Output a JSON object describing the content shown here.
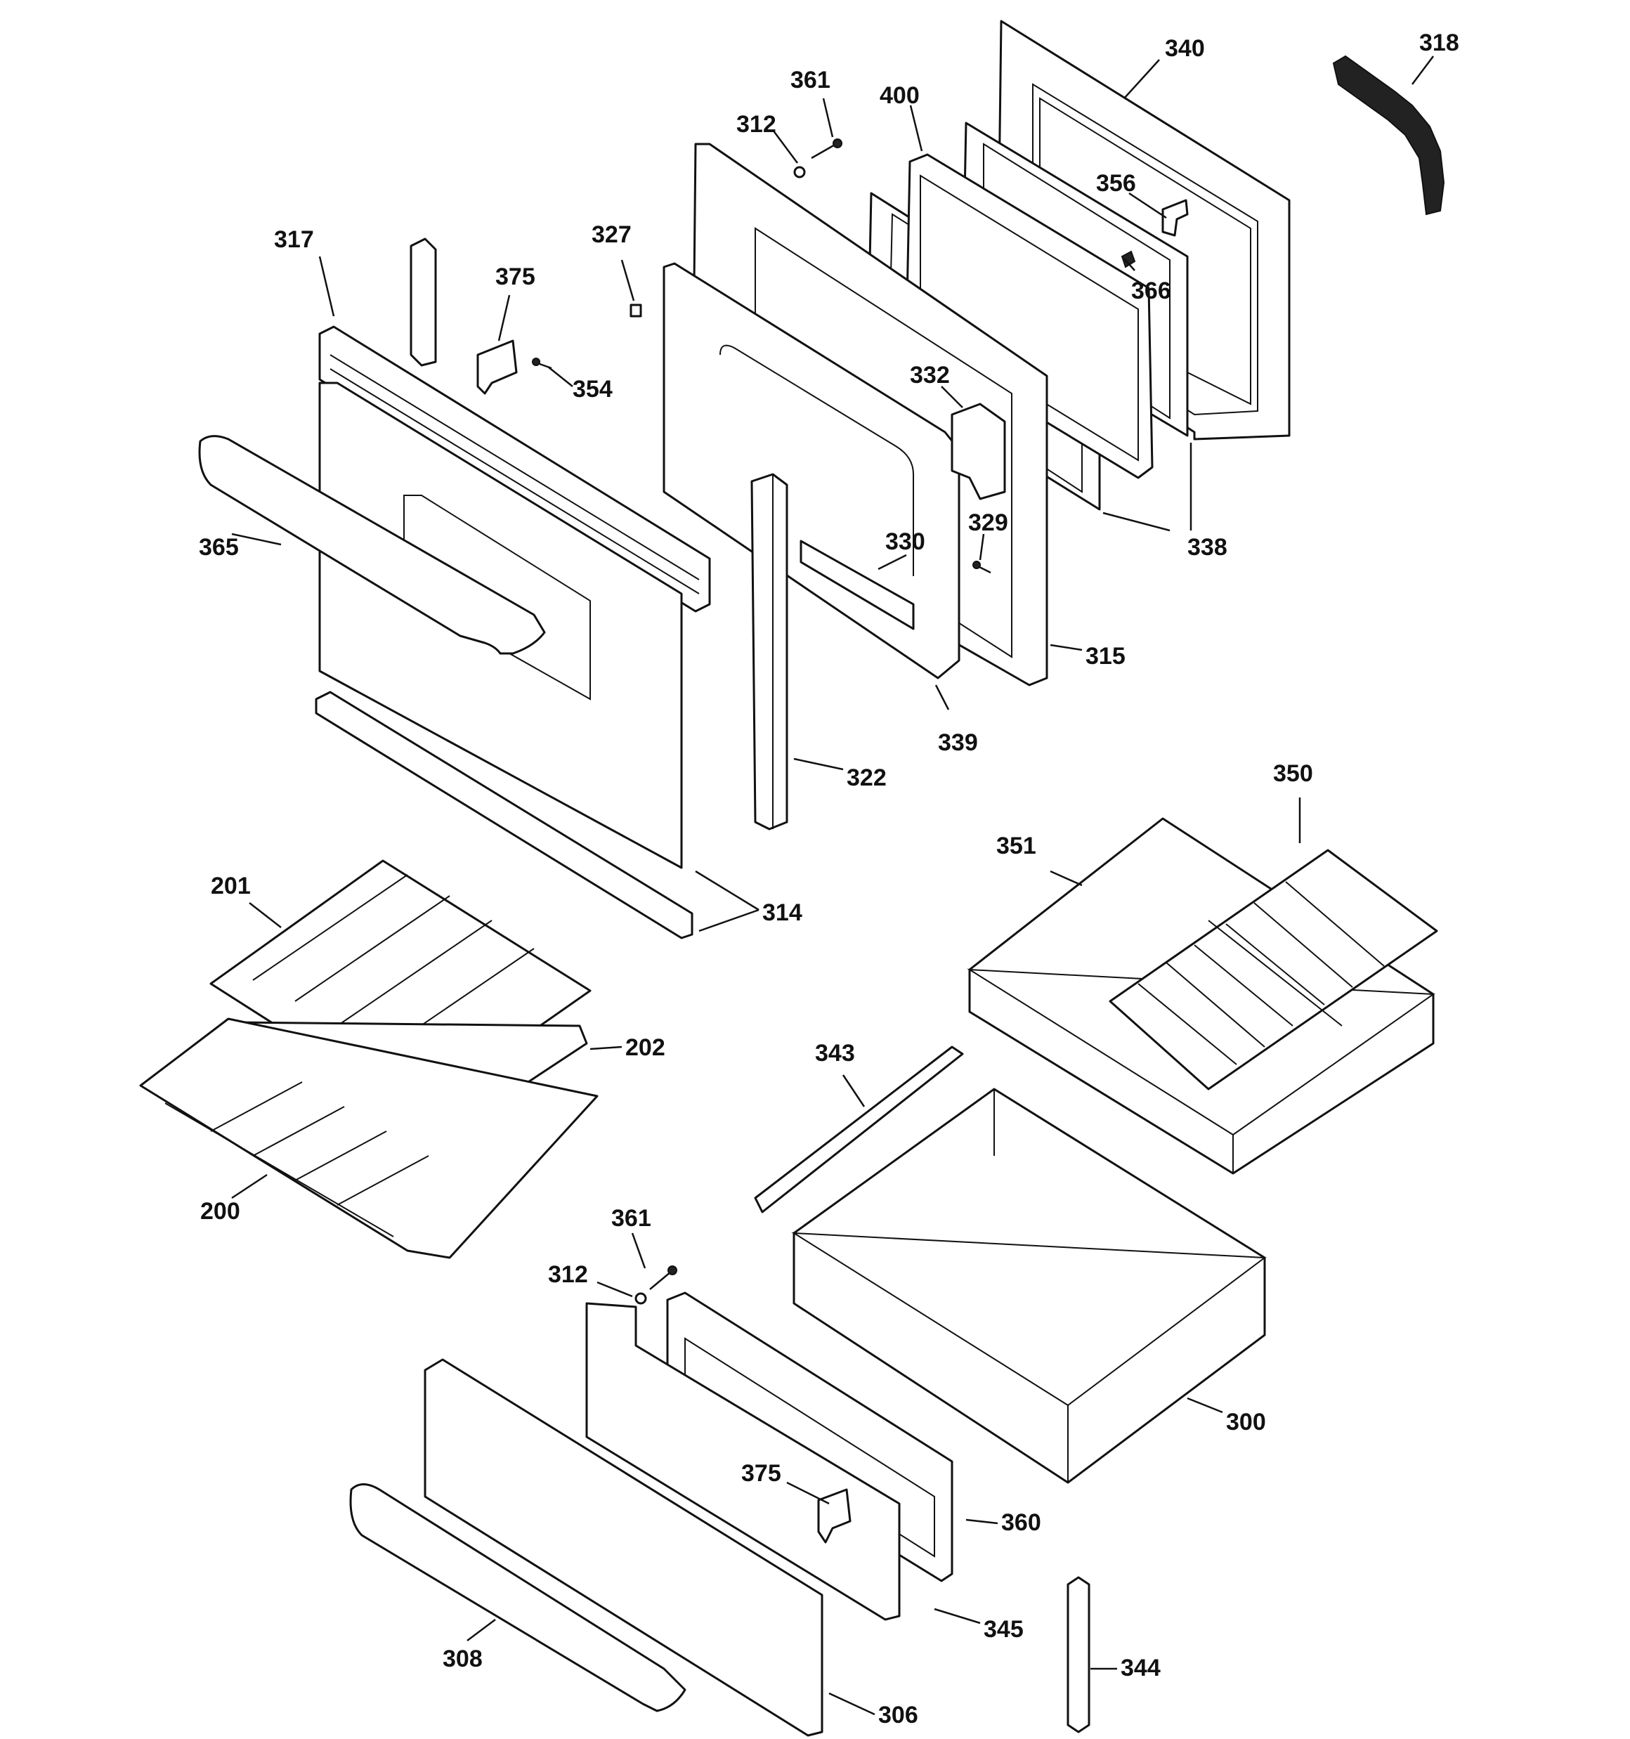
{
  "diagram": {
    "labels": [
      {
        "id": "318",
        "text": "318"
      },
      {
        "id": "340",
        "text": "340"
      },
      {
        "id": "361-top",
        "text": "361"
      },
      {
        "id": "400",
        "text": "400"
      },
      {
        "id": "312-top",
        "text": "312"
      },
      {
        "id": "356",
        "text": "356"
      },
      {
        "id": "366",
        "text": "366"
      },
      {
        "id": "327",
        "text": "327"
      },
      {
        "id": "317",
        "text": "317"
      },
      {
        "id": "375-top",
        "text": "375"
      },
      {
        "id": "354",
        "text": "354"
      },
      {
        "id": "332",
        "text": "332"
      },
      {
        "id": "365",
        "text": "365"
      },
      {
        "id": "330",
        "text": "330"
      },
      {
        "id": "329",
        "text": "329"
      },
      {
        "id": "338",
        "text": "338"
      },
      {
        "id": "315",
        "text": "315"
      },
      {
        "id": "339",
        "text": "339"
      },
      {
        "id": "322",
        "text": "322"
      },
      {
        "id": "350",
        "text": "350"
      },
      {
        "id": "351",
        "text": "351"
      },
      {
        "id": "201",
        "text": "201"
      },
      {
        "id": "314",
        "text": "314"
      },
      {
        "id": "202",
        "text": "202"
      },
      {
        "id": "343",
        "text": "343"
      },
      {
        "id": "200",
        "text": "200"
      },
      {
        "id": "361-bottom",
        "text": "361"
      },
      {
        "id": "312-bottom",
        "text": "312"
      },
      {
        "id": "300",
        "text": "300"
      },
      {
        "id": "375-bottom",
        "text": "375"
      },
      {
        "id": "360",
        "text": "360"
      },
      {
        "id": "345",
        "text": "345"
      },
      {
        "id": "308",
        "text": "308"
      },
      {
        "id": "344",
        "text": "344"
      },
      {
        "id": "306",
        "text": "306"
      }
    ]
  }
}
